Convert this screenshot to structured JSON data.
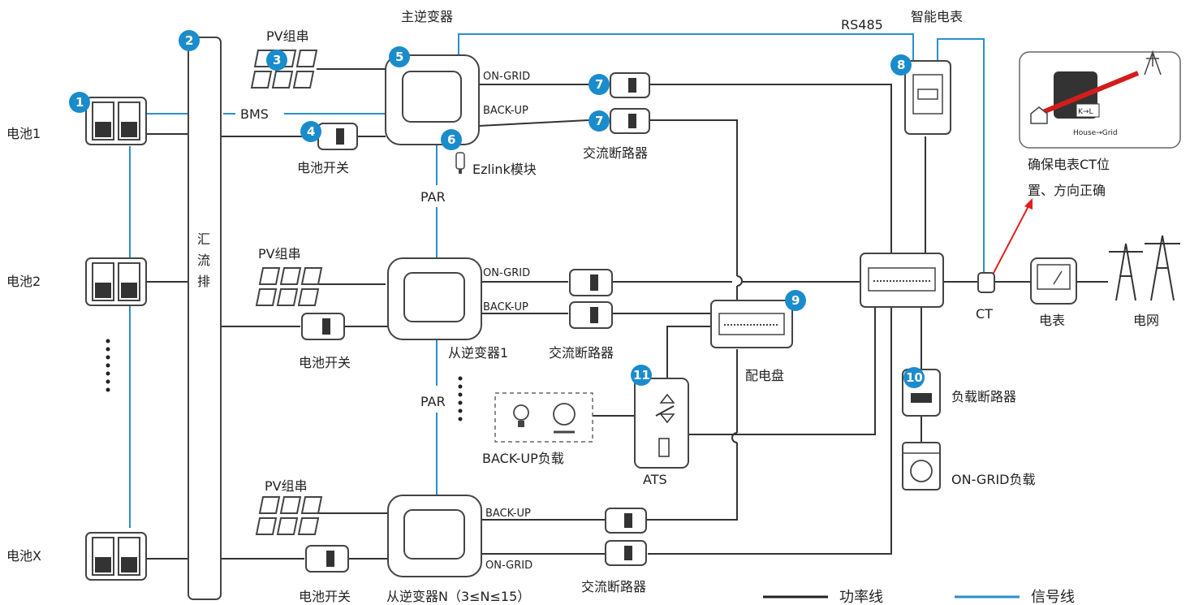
{
  "colors": {
    "power_line": "#333333",
    "signal_line": "#2b8fcc",
    "badge": "#1a8ccc",
    "arrow": "#e02020"
  },
  "labels": {
    "battery1": "电池1",
    "battery2": "电池2",
    "batteryx": "电池X",
    "busbar": "汇流排",
    "bms": "BMS",
    "pv1": "PV组串",
    "pv2": "PV组串",
    "pv3": "PV组串",
    "battery_switch1": "电池开关",
    "battery_switch2": "电池开关",
    "battery_switch3": "电池开关",
    "main_inverter": "主逆变器",
    "slave_inverter1": "从逆变器1",
    "slave_invertern": "从逆变器N（3≤N≤15）",
    "ezlink": "Ezlink模块",
    "par1": "PAR",
    "par2": "PAR",
    "on_grid_a": "ON-GRID",
    "back_up_a": "BACK-UP",
    "on_grid_b": "ON-GRID",
    "back_up_b": "BACK-UP",
    "back_up_c": "BACK-UP",
    "on_grid_c": "ON-GRID",
    "ac_breaker1": "交流断路器",
    "ac_breaker2": "交流断路器",
    "ac_breaker3": "交流断路器",
    "rs485": "RS485",
    "smart_meter": "智能电表",
    "ct_note_line1": "确保电表CT位",
    "ct_note_line2": "置、方向正确",
    "ct_inset_kl": "K→L",
    "ct_inset_house_grid": "House→Grid",
    "ct": "CT",
    "meter": "电表",
    "grid": "电网",
    "distribution_panel": "配电盘",
    "ats": "ATS",
    "backup_load": "BACK-UP负载",
    "load_breaker": "负载断路器",
    "ongrid_load": "ON-GRID负载",
    "legend_power": "功率线",
    "legend_signal": "信号线"
  },
  "badges": [
    "1",
    "2",
    "3",
    "4",
    "5",
    "6",
    "7",
    "7",
    "8",
    "9",
    "10",
    "11"
  ]
}
